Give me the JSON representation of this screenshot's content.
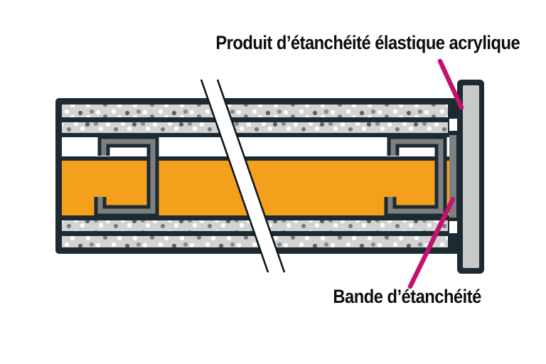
{
  "labels": {
    "sealant": "Produit d’étanchéité élastique acrylique",
    "strip": "Bande d’étanchéité"
  },
  "colors": {
    "background": "#ffffff",
    "outline_dark": "#1d2a32",
    "board_gray": "#d3d3d3",
    "dot_white": "#ffffff",
    "dot_gray": "#7c7c7c",
    "dot_dark": "#5f5f5f",
    "insulation_orange": "#f4a01c",
    "metal_gray": "#7d8083",
    "strip_gray": "#7d8083",
    "wall_gray": "#c8cac9",
    "cavity_white": "#ffffff",
    "leader_magenta": "#c31170",
    "break_line": "#0e161b",
    "text_black": "#0c0c0c"
  },
  "parts": {
    "wall": "mur support",
    "plasterboards": "plaques de plâtre (double peau)",
    "insulation": "isolant",
    "studs": "montants métalliques",
    "sealant_joint": "joint acrylique",
    "sealing_strip": "bande d’étanchéité"
  }
}
